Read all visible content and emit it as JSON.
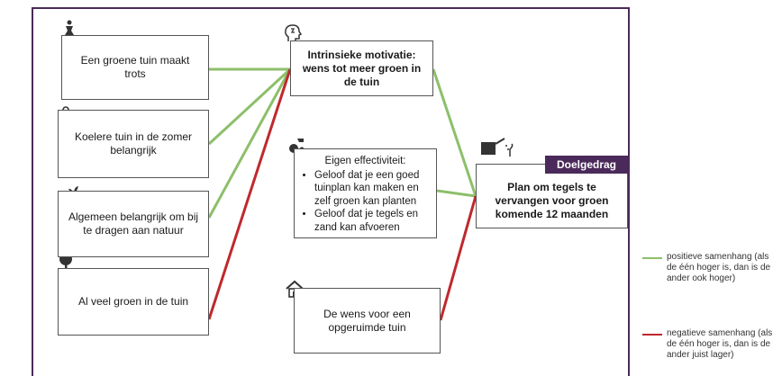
{
  "boxes": {
    "trots": "Een groene tuin maakt trots",
    "koeler": "Koelere tuin in de zomer belangrijk",
    "natuur": "Algemeen belangrijk om bij te dragen aan natuur",
    "veelgroen": "Al veel groen in de tuin",
    "motivatie": "Intrinsieke motivatie: wens tot meer groen in de tuin",
    "effectiviteit": {
      "heading": "Eigen effectiviteit:",
      "bullets": [
        "Geloof dat je een goed tuinplan kan maken en zelf groen kan planten",
        "Geloof dat je tegels en zand kan afvoeren"
      ]
    },
    "opgeruimd": "De wens voor een opgeruimde tuin",
    "plan": "Plan om tegels te vervangen voor groen komende 12 maanden"
  },
  "badge": "Doelgedrag",
  "legend": {
    "positive": "positieve samenhang (als de één hoger is, dan is de ander ook hoger)",
    "negative": "negatieve samenhang (als de één hoger is, dan is de ander juist lager)"
  },
  "colors": {
    "positive": "#8cbf6a",
    "negative": "#c0282d",
    "accent": "#4a2a5a"
  }
}
